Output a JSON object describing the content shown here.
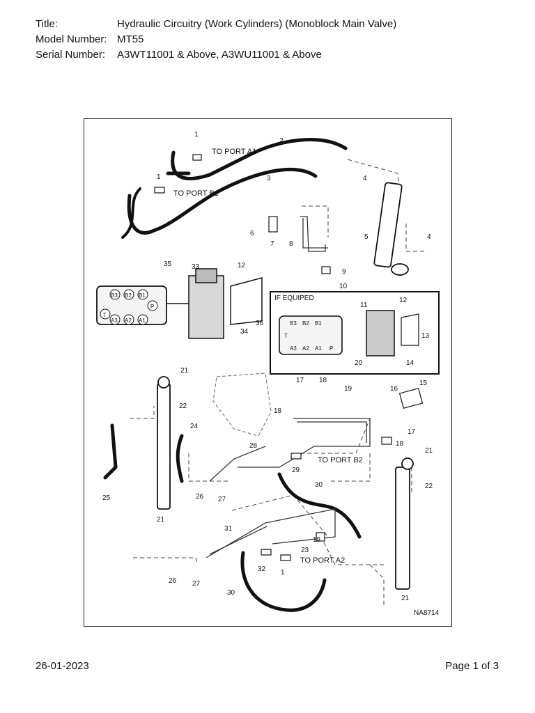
{
  "header": {
    "title_label": "Title:",
    "title_value": "Hydraulic Circuitry (Work Cylinders) (Monoblock Main Valve)",
    "model_label": "Model Number:",
    "model_value": "MT55",
    "serial_label": "Serial Number:",
    "serial_value": "A3WT11001 & Above, A3WU11001 & Above"
  },
  "diagram": {
    "callouts": [
      "1",
      "2",
      "1",
      "3",
      "4",
      "5",
      "6",
      "7",
      "8",
      "4",
      "9",
      "10",
      "35",
      "33",
      "12",
      "36",
      "34",
      "11",
      "12",
      "13",
      "14",
      "20",
      "21",
      "22",
      "24",
      "17",
      "18",
      "19",
      "18",
      "16",
      "15",
      "17",
      "18",
      "28",
      "29",
      "21",
      "22",
      "25",
      "26",
      "27",
      "30",
      "31",
      "18",
      "23",
      "21",
      "32",
      "1",
      "26",
      "27",
      "30",
      "21"
    ],
    "port_labels": {
      "a1": "TO PORT A1",
      "b1": "TO PORT B1",
      "b2": "TO PORT B2",
      "a2": "TO PORT A2"
    },
    "inset_title": "IF EQUIPED",
    "valve_ports": [
      "B3",
      "B2",
      "B1",
      "T",
      "P",
      "A3",
      "A2",
      "A1"
    ],
    "inset_ports": [
      "B3",
      "B2",
      "B1",
      "T",
      "A3",
      "A2",
      "A1",
      "P"
    ],
    "figure_id": "NA8714"
  },
  "footer": {
    "date": "26-01-2023",
    "page": "Page 1 of 3"
  }
}
